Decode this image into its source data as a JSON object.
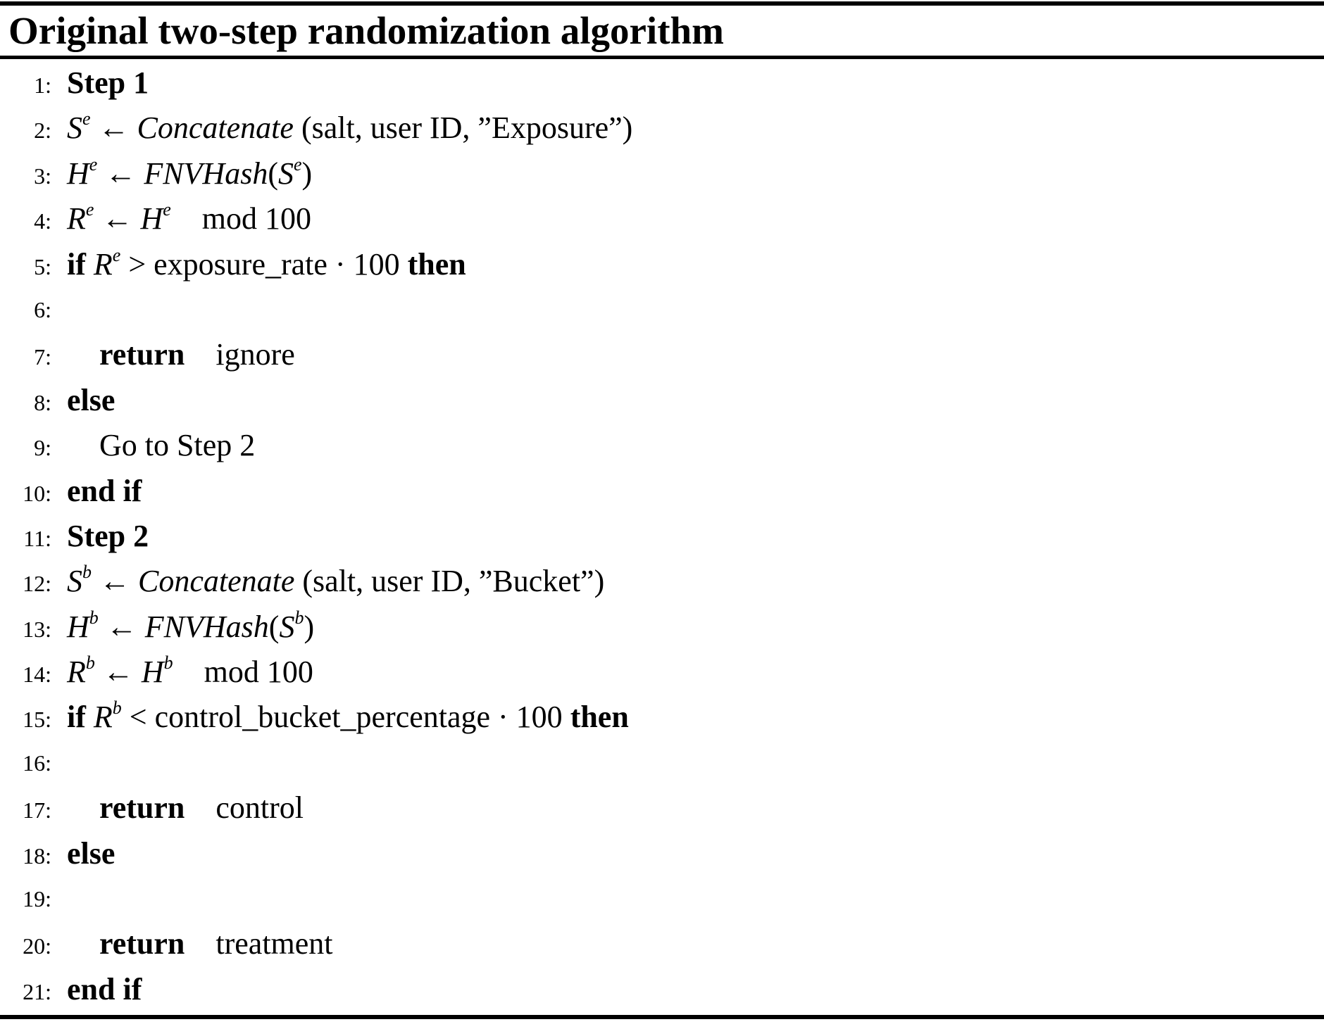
{
  "header": {
    "title": "Original two-step randomization algorithm"
  },
  "colors": {
    "ink": "#000000",
    "paper": "#ffffff"
  },
  "algorithm": {
    "lines": [
      {
        "number": "1:",
        "indent": 0,
        "segments": [
          {
            "style": "kw",
            "text": "Step 1"
          }
        ]
      },
      {
        "number": "2:",
        "indent": 0,
        "segments": [
          {
            "style": "var",
            "text": "S"
          },
          {
            "style": "sup",
            "text": "e"
          },
          {
            "style": "txt",
            "text": " ← "
          },
          {
            "style": "var",
            "text": "Concatenate"
          },
          {
            "style": "txt",
            "text": " (salt, user ID, ”Exposure”)"
          }
        ]
      },
      {
        "number": "3:",
        "indent": 0,
        "segments": [
          {
            "style": "var",
            "text": "H"
          },
          {
            "style": "sup",
            "text": "e"
          },
          {
            "style": "txt",
            "text": " ← "
          },
          {
            "style": "var",
            "text": "FNVHash"
          },
          {
            "style": "txt",
            "text": "("
          },
          {
            "style": "var",
            "text": "S"
          },
          {
            "style": "sup",
            "text": "e"
          },
          {
            "style": "txt",
            "text": ")"
          }
        ]
      },
      {
        "number": "4:",
        "indent": 0,
        "segments": [
          {
            "style": "var",
            "text": "R"
          },
          {
            "style": "sup",
            "text": "e"
          },
          {
            "style": "txt",
            "text": " ← "
          },
          {
            "style": "var",
            "text": "H"
          },
          {
            "style": "sup",
            "text": "e"
          },
          {
            "style": "txt",
            "text": "  mod 100"
          }
        ]
      },
      {
        "number": "5:",
        "indent": 0,
        "segments": [
          {
            "style": "kw",
            "text": "if"
          },
          {
            "style": "txt",
            "text": " "
          },
          {
            "style": "var",
            "text": "R"
          },
          {
            "style": "sup",
            "text": "e"
          },
          {
            "style": "txt",
            "text": " > exposure_rate · 100 "
          },
          {
            "style": "kw",
            "text": "then"
          }
        ]
      },
      {
        "number": "6:",
        "indent": 0,
        "segments": []
      },
      {
        "number": "7:",
        "indent": 1,
        "segments": [
          {
            "style": "kw",
            "text": "return"
          },
          {
            "style": "txt",
            "text": " ignore"
          }
        ]
      },
      {
        "number": "8:",
        "indent": 0,
        "segments": [
          {
            "style": "kw",
            "text": "else"
          }
        ]
      },
      {
        "number": "9:",
        "indent": 1,
        "segments": [
          {
            "style": "txt",
            "text": "Go to Step 2"
          }
        ]
      },
      {
        "number": "10:",
        "indent": 0,
        "segments": [
          {
            "style": "kw",
            "text": "end if"
          }
        ]
      },
      {
        "number": "11:",
        "indent": 0,
        "segments": [
          {
            "style": "kw",
            "text": "Step 2"
          }
        ]
      },
      {
        "number": "12:",
        "indent": 0,
        "segments": [
          {
            "style": "var",
            "text": "S"
          },
          {
            "style": "sup",
            "text": "b"
          },
          {
            "style": "txt",
            "text": " ← "
          },
          {
            "style": "var",
            "text": "Concatenate"
          },
          {
            "style": "txt",
            "text": " (salt, user ID, ”Bucket”)"
          }
        ]
      },
      {
        "number": "13:",
        "indent": 0,
        "segments": [
          {
            "style": "var",
            "text": "H"
          },
          {
            "style": "sup",
            "text": "b"
          },
          {
            "style": "txt",
            "text": " ← "
          },
          {
            "style": "var",
            "text": "FNVHash"
          },
          {
            "style": "txt",
            "text": "("
          },
          {
            "style": "var",
            "text": "S"
          },
          {
            "style": "sup",
            "text": "b"
          },
          {
            "style": "txt",
            "text": ")"
          }
        ]
      },
      {
        "number": "14:",
        "indent": 0,
        "segments": [
          {
            "style": "var",
            "text": "R"
          },
          {
            "style": "sup",
            "text": "b"
          },
          {
            "style": "txt",
            "text": " ← "
          },
          {
            "style": "var",
            "text": "H"
          },
          {
            "style": "sup",
            "text": "b"
          },
          {
            "style": "txt",
            "text": "  mod 100"
          }
        ]
      },
      {
        "number": "15:",
        "indent": 0,
        "segments": [
          {
            "style": "kw",
            "text": "if"
          },
          {
            "style": "txt",
            "text": " "
          },
          {
            "style": "var",
            "text": "R"
          },
          {
            "style": "sup",
            "text": "b"
          },
          {
            "style": "txt",
            "text": " < control_bucket_percentage · 100 "
          },
          {
            "style": "kw",
            "text": "then"
          }
        ]
      },
      {
        "number": "16:",
        "indent": 0,
        "segments": []
      },
      {
        "number": "17:",
        "indent": 1,
        "segments": [
          {
            "style": "kw",
            "text": "return"
          },
          {
            "style": "txt",
            "text": " control"
          }
        ]
      },
      {
        "number": "18:",
        "indent": 0,
        "segments": [
          {
            "style": "kw",
            "text": "else"
          }
        ]
      },
      {
        "number": "19:",
        "indent": 0,
        "segments": []
      },
      {
        "number": "20:",
        "indent": 1,
        "segments": [
          {
            "style": "kw",
            "text": "return"
          },
          {
            "style": "txt",
            "text": " treatment"
          }
        ]
      },
      {
        "number": "21:",
        "indent": 0,
        "segments": [
          {
            "style": "kw",
            "text": "end if"
          }
        ]
      }
    ]
  }
}
